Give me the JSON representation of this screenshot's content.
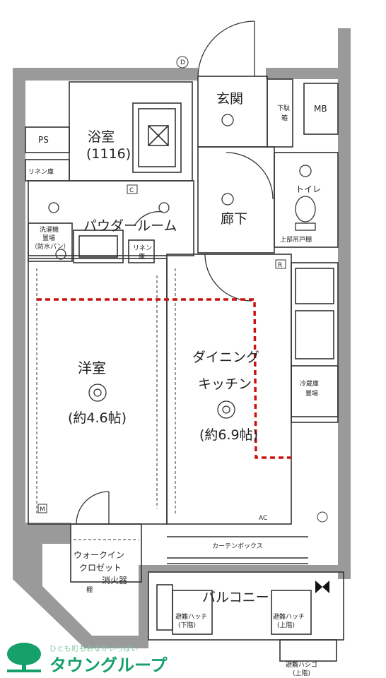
{
  "rooms": {
    "bath": "浴室",
    "bath_size": "(1116)",
    "entrance": "玄関",
    "toilet": "トイレ",
    "hallway": "廊下",
    "powder_room": "パウダールーム",
    "western_room": "洋室",
    "western_room_area": "(約4.6帖)",
    "dining_kitchen_1": "ダイニング",
    "dining_kitchen_2": "キッチン",
    "dining_kitchen_area": "(約6.9帖)",
    "walk_in_closet_1": "ウォークイン",
    "walk_in_closet_2": "クロゼット",
    "balcony": "バルコニー"
  },
  "labels": {
    "ps": "PS",
    "mb": "MB",
    "linen_1": "リネン庫",
    "linen_2": "リネン",
    "linen_2b": "庫",
    "washer_1": "洗濯機",
    "washer_2": "置場",
    "washer_3": "（防水パン）",
    "fridge_1": "冷蔵庫",
    "fridge_2": "置場",
    "shoe_1": "下駄",
    "shoe_2": "箱",
    "upper_cabinet": "上部吊戸棚",
    "curtain_box": "カーテンボックス",
    "fire_extinguisher": "消火器",
    "closet_small": "棚",
    "escape_hatch_1": "避難ハッチ",
    "escape_hatch_2": "(下階)",
    "escape_hatch_3": "避難ハッチ",
    "escape_hatch_4": "(上階)",
    "escape_ladder_1": "避難ハシゴ",
    "escape_ladder_2": "(上階)",
    "symbol_d": "D",
    "symbol_c": "C",
    "symbol_r": "R",
    "symbol_m": "M",
    "symbol_ac": "AC"
  },
  "brand": {
    "tagline": "ひとも町もおなかいっぱい",
    "name": "タウングループ"
  },
  "colors": {
    "wall": "#9a9a9a",
    "line": "#333333",
    "red_dashed": "#cc1111",
    "brand_green": "#16a06a"
  }
}
